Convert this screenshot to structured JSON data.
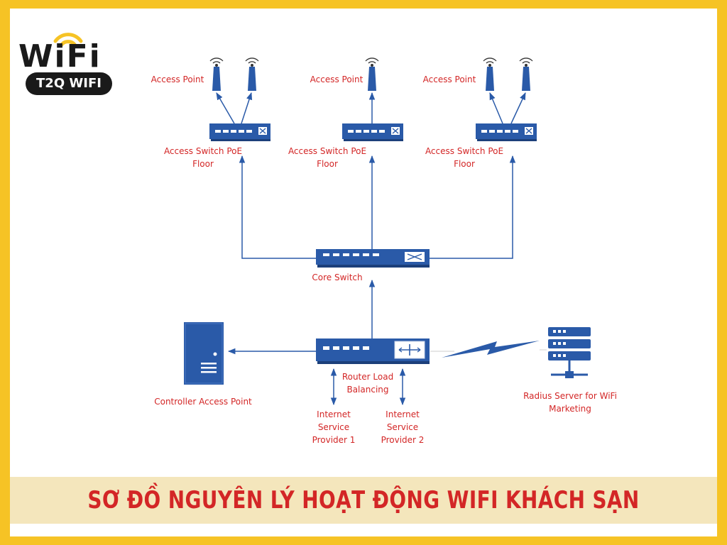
{
  "brand": {
    "logo_word": "WiFi",
    "logo_badge": "T2Q WIFI",
    "colors": {
      "frame": "#f6c325",
      "device": "#2a5aa8",
      "label": "#d32626",
      "title_bg": "#f4e6bc"
    }
  },
  "diagram": {
    "access_points": [
      {
        "label": "Access Point"
      },
      {
        "label": "Access Point"
      },
      {
        "label": "Access Point"
      }
    ],
    "access_switches": [
      {
        "label": "Access Switch PoE\nFloor"
      },
      {
        "label": "Access Switch PoE\nFloor"
      },
      {
        "label": "Access Switch PoE\nFloor"
      }
    ],
    "core_switch": {
      "label": "Core Switch"
    },
    "router": {
      "label": "Router Load\nBalancing"
    },
    "controller": {
      "label": "Controller Access Point"
    },
    "radius": {
      "label": "Radius Server for WiFi\nMarketing"
    },
    "isps": [
      {
        "label": "Internet\nService\nProvider 1"
      },
      {
        "label": "Internet\nService\nProvider 2"
      }
    ]
  },
  "title": "SƠ ĐỒ NGUYÊN LÝ HOẠT ĐỘNG WIFI KHÁCH SẠN"
}
